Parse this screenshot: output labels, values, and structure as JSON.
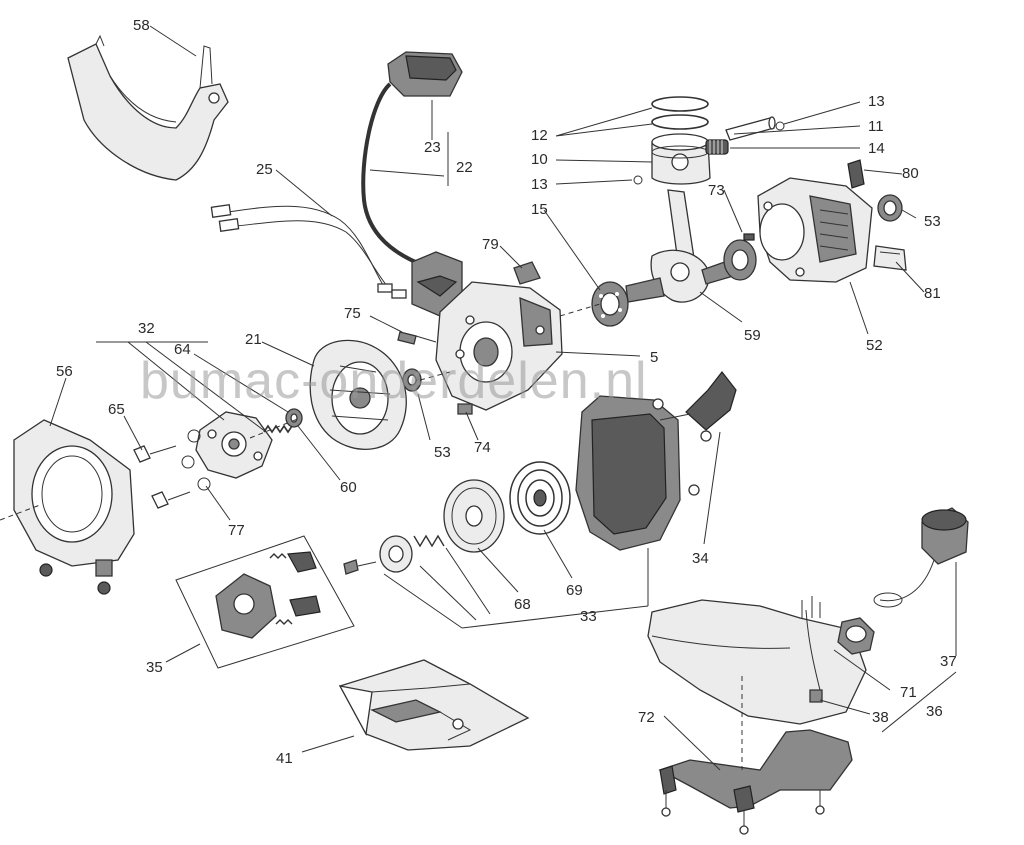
{
  "watermark": "bumac-onderdelen.nl",
  "callouts": [
    {
      "id": "c58",
      "text": "58"
    },
    {
      "id": "c23",
      "text": "23"
    },
    {
      "id": "c22",
      "text": "22"
    },
    {
      "id": "c25",
      "text": "25"
    },
    {
      "id": "c12",
      "text": "12"
    },
    {
      "id": "c10",
      "text": "10"
    },
    {
      "id": "c13a",
      "text": "13"
    },
    {
      "id": "c13b",
      "text": "13"
    },
    {
      "id": "c11",
      "text": "11"
    },
    {
      "id": "c14",
      "text": "14"
    },
    {
      "id": "c80",
      "text": "80"
    },
    {
      "id": "c15",
      "text": "15"
    },
    {
      "id": "c73",
      "text": "73"
    },
    {
      "id": "c53a",
      "text": "53"
    },
    {
      "id": "c79",
      "text": "79"
    },
    {
      "id": "c81",
      "text": "81"
    },
    {
      "id": "c75",
      "text": "75"
    },
    {
      "id": "c59",
      "text": "59"
    },
    {
      "id": "c52",
      "text": "52"
    },
    {
      "id": "c32",
      "text": "32"
    },
    {
      "id": "c21",
      "text": "21"
    },
    {
      "id": "c64",
      "text": "64"
    },
    {
      "id": "c5",
      "text": "5"
    },
    {
      "id": "c56",
      "text": "56"
    },
    {
      "id": "c65",
      "text": "65"
    },
    {
      "id": "c53b",
      "text": "53"
    },
    {
      "id": "c74",
      "text": "74"
    },
    {
      "id": "c60",
      "text": "60"
    },
    {
      "id": "c77",
      "text": "77"
    },
    {
      "id": "c34",
      "text": "34"
    },
    {
      "id": "c69",
      "text": "69"
    },
    {
      "id": "c68",
      "text": "68"
    },
    {
      "id": "c33",
      "text": "33"
    },
    {
      "id": "c35",
      "text": "35"
    },
    {
      "id": "c37",
      "text": "37"
    },
    {
      "id": "c71",
      "text": "71"
    },
    {
      "id": "c36",
      "text": "36"
    },
    {
      "id": "c38",
      "text": "38"
    },
    {
      "id": "c72",
      "text": "72"
    },
    {
      "id": "c41",
      "text": "41"
    }
  ]
}
